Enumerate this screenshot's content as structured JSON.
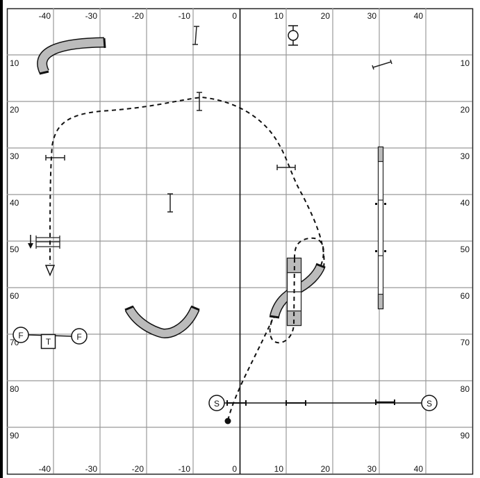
{
  "diagram": {
    "type": "agility-course-map",
    "grid": {
      "x_ticks": [
        -40,
        -30,
        -20,
        -10,
        0,
        10,
        20,
        30,
        40
      ],
      "y_ticks": [
        10,
        20,
        30,
        40,
        50,
        60,
        70,
        80,
        90
      ],
      "top_labels": [
        "-40",
        "-30",
        "-20",
        "-10",
        "0",
        "10",
        "20",
        "30",
        "40"
      ],
      "bottom_labels": [
        "-40",
        "-30",
        "-20",
        "-10",
        "0",
        "10",
        "20",
        "30",
        "40"
      ],
      "left_labels": [
        "10",
        "20",
        "30",
        "40",
        "50",
        "60",
        "70",
        "80",
        "90"
      ],
      "right_labels": [
        "10",
        "20",
        "30",
        "40",
        "50",
        "60",
        "70",
        "80",
        "90"
      ]
    },
    "colors": {
      "background": "#ffffff",
      "grid_line": "#999999",
      "axis_line": "#222222",
      "tunnel_fill": "#bbbbbb",
      "contact_fill": "#bbbbbb",
      "ink": "#111111"
    },
    "markers": {
      "start_label": "S",
      "finish_label": "F",
      "table_label": "T"
    },
    "obstacles": [
      {
        "kind": "curved-tunnel",
        "position": "top-left",
        "approx": [
          -36,
          8
        ]
      },
      {
        "kind": "jump",
        "orientation": "vertical",
        "approx": [
          -9,
          5
        ]
      },
      {
        "kind": "tire",
        "approx": [
          12,
          5
        ]
      },
      {
        "kind": "jump",
        "orientation": "angled",
        "approx": [
          31,
          12
        ]
      },
      {
        "kind": "jump",
        "orientation": "vertical",
        "approx": [
          -9,
          20
        ]
      },
      {
        "kind": "jump",
        "orientation": "horizontal",
        "approx": [
          -40,
          32
        ]
      },
      {
        "kind": "jump",
        "orientation": "horizontal",
        "approx": [
          10,
          34
        ]
      },
      {
        "kind": "dogwalk",
        "orientation": "vertical",
        "approx": [
          30,
          30
        ]
      },
      {
        "kind": "jump",
        "orientation": "vertical",
        "approx": [
          -15,
          41
        ]
      },
      {
        "kind": "double-jump",
        "approx": [
          -40,
          50
        ]
      },
      {
        "kind": "a-frame",
        "orientation": "vertical",
        "approx": [
          12,
          57
        ]
      },
      {
        "kind": "curved-tunnel",
        "position": "under-a-frame",
        "approx": [
          12,
          60
        ]
      },
      {
        "kind": "curved-tunnel",
        "position": "bottom-left",
        "approx": [
          -15,
          66
        ]
      },
      {
        "kind": "table",
        "approx": [
          -40,
          71
        ]
      },
      {
        "kind": "start-line",
        "approx": [
          0,
          84
        ]
      }
    ],
    "path": {
      "style": "dashed",
      "start_dot": [
        -3,
        88
      ],
      "end_arrow": [
        -40,
        56
      ]
    }
  }
}
